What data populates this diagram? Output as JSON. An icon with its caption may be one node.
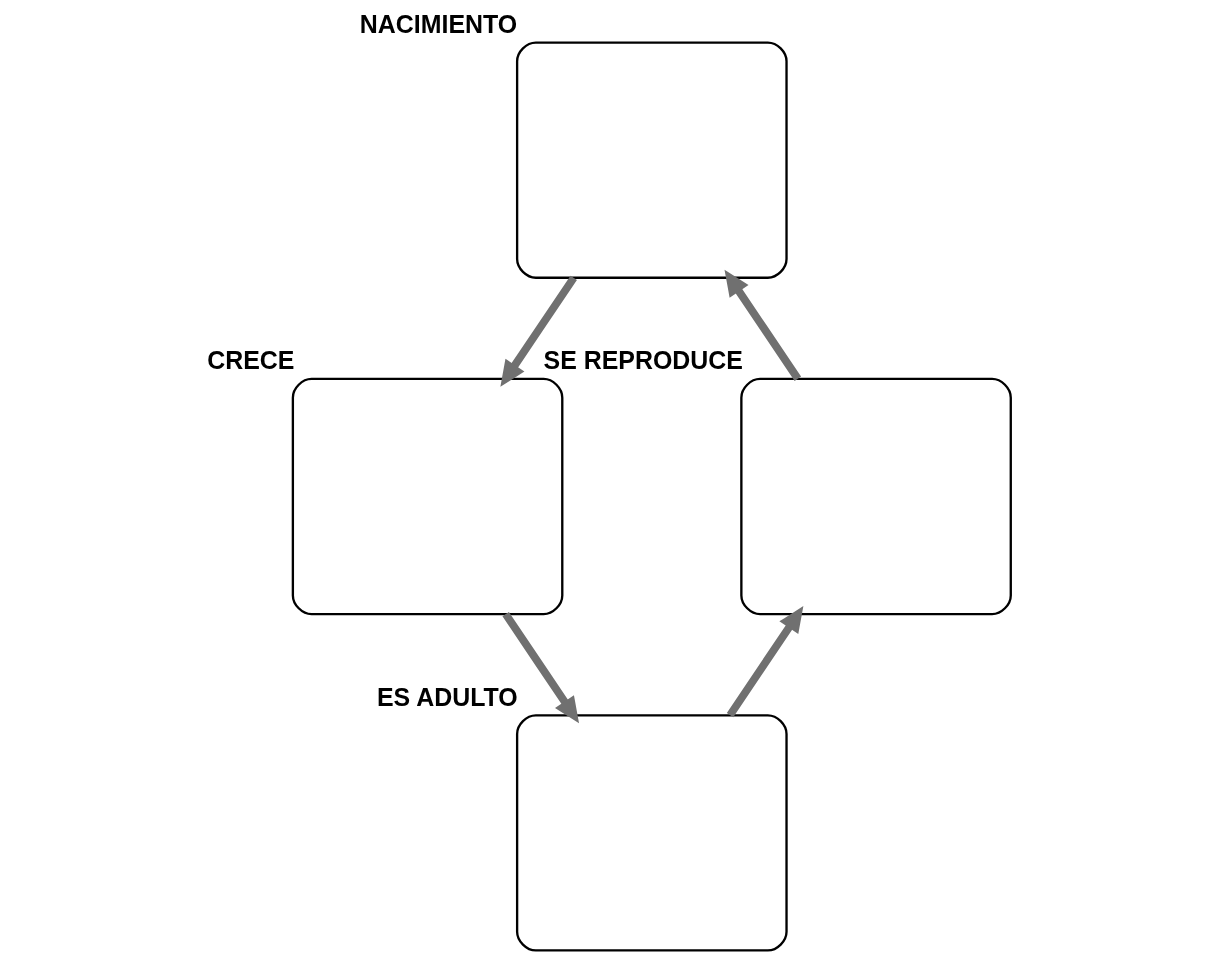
{
  "diagram": {
    "nodes": [
      {
        "text": [],
        "shape": "box",
        "beside": [
          "NACIMIENTO"
        ]
      },
      {
        "text": [],
        "shape": "box",
        "beside": [
          "CRECE"
        ]
      },
      {
        "text": [],
        "shape": "box",
        "beside": [
          "ES ADULTO"
        ]
      },
      {
        "text": [],
        "shape": "box",
        "beside": [
          "SE REPRODUCE"
        ]
      }
    ],
    "edges": [
      {
        "from": 0,
        "to": 1,
        "arrow": "to"
      },
      {
        "from": 1,
        "to": 2,
        "arrow": "to"
      },
      {
        "from": 2,
        "to": 3,
        "arrow": "to"
      },
      {
        "from": 3,
        "to": 0,
        "arrow": "to"
      }
    ]
  }
}
